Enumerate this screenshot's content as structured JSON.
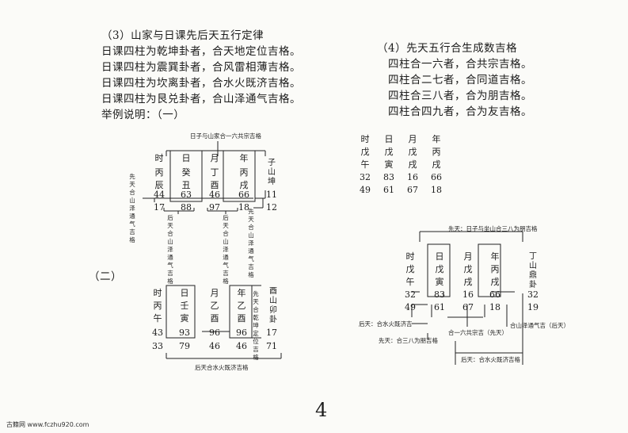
{
  "left_section": {
    "heading": "（3）山家与日课先后天五行定律",
    "lines": [
      "日课四柱为乾坤卦者，合天地定位吉格。",
      "日课四柱为震巽卦者，合风雷相薄吉格。",
      "日课四柱为坎离卦者，合水火既济吉格。",
      "日课四柱为艮兑卦者，合山泽通气吉格。"
    ],
    "example_label": "举例说明：（一）"
  },
  "right_section": {
    "heading": "（4）先天五行合生成数吉格",
    "lines": [
      "四柱合一六者，合共宗吉格。",
      "四柱合二七者，合同道吉格。",
      "四柱合三八者，合为朋吉格。",
      "四柱合四九者，合为友吉格。"
    ]
  },
  "diagram1": {
    "top_label": "日子与山家合一六共宗吉格",
    "headers": [
      "时",
      "日",
      "月",
      "年"
    ],
    "stems": [
      "丙",
      "癸",
      "丁",
      "丙"
    ],
    "branches": [
      "辰",
      "丑",
      "酉",
      "戌"
    ],
    "top_nums": [
      "44",
      "63",
      "46",
      "66",
      "11"
    ],
    "bot_nums": [
      "17",
      "88",
      "97",
      "18",
      "12"
    ],
    "mountain": "子山坤",
    "left_label": "先天合山泽通气吉格",
    "mid_label": "后天合山泽通气吉格",
    "right_mid_label": "后天合山泽通气吉格",
    "right_label": "先天合山泽通气吉格"
  },
  "diagram2": {
    "label": "（二）",
    "headers": [
      "时",
      "日",
      "月",
      "年"
    ],
    "stems": [
      "丙",
      "壬",
      "乙",
      "乙"
    ],
    "branches": [
      "午",
      "寅",
      "酉",
      "酉"
    ],
    "top_nums": [
      "43",
      "93",
      "96",
      "96",
      "17"
    ],
    "bot_nums": [
      "33",
      "79",
      "46",
      "46",
      "71"
    ],
    "mountain": "酉山卯卦",
    "vert_label": "先天合乾坤定位吉格",
    "bottom_label": "后天合水火既济吉格"
  },
  "table3": {
    "rows": [
      [
        "时",
        "日",
        "月",
        "年"
      ],
      [
        "戊",
        "戊",
        "戊",
        "丙"
      ],
      [
        "午",
        "寅",
        "戌",
        "戌"
      ],
      [
        "32",
        "83",
        "16",
        "66"
      ],
      [
        "49",
        "61",
        "67",
        "18"
      ]
    ]
  },
  "diagram4": {
    "top_label": "先天：日子与坐山合三八为朋吉格",
    "headers": [
      "时",
      "日",
      "月",
      "年"
    ],
    "stems": [
      "戊",
      "戊",
      "戊",
      "丙"
    ],
    "branches": [
      "午",
      "寅",
      "戌",
      "戌"
    ],
    "top_nums": [
      "32",
      "83",
      "16",
      "66",
      "32"
    ],
    "bot_nums": [
      "49",
      "61",
      "67",
      "18",
      "19"
    ],
    "mountain": "丁山鼎卦",
    "label_a": "后天：合水火既济吉",
    "label_b": "合一六共宗吉（先天）",
    "label_c": "合山泽通气吉（后天）",
    "label_d": "先天：合三八为朋吉格",
    "label_e": "后天：合水火既济吉格"
  },
  "page_number": "4",
  "footer": {
    "site": "古籍网 www.fczhu920.com"
  }
}
